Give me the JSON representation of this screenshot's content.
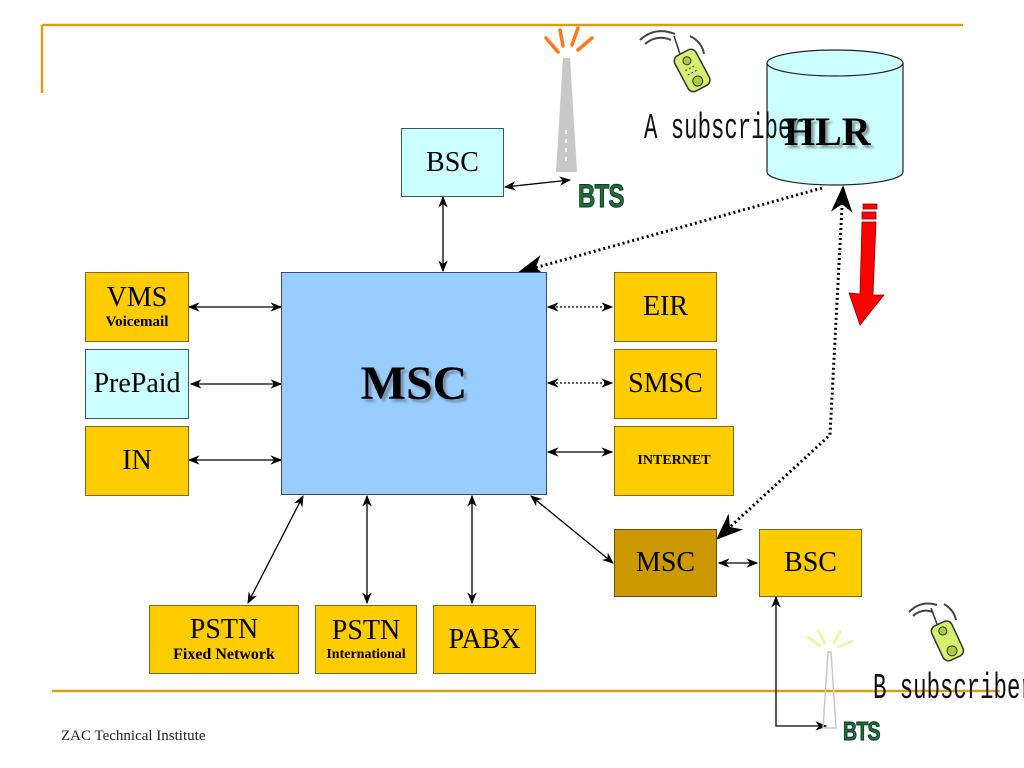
{
  "slide": {
    "footer": "ZAC Technical Institute",
    "accent_color": "#d4a017"
  },
  "nodes": {
    "msc_main": "MSC",
    "bsc_top": "BSC",
    "bts_top": "BTS",
    "hlr": "HLR",
    "a_subscriber": "A subscriber",
    "vms": {
      "title": "VMS",
      "subtitle": "Voicemail"
    },
    "prepaid": "PrePaid",
    "in": "IN",
    "eir": "EIR",
    "smsc": "SMSC",
    "internet": "INTERNET",
    "pstn_fixed": {
      "title": "PSTN",
      "subtitle": "Fixed Network"
    },
    "pstn_intl": {
      "title": "PSTN",
      "subtitle": "International"
    },
    "pabx": "PABX",
    "msc_remote": "MSC",
    "bsc_remote": "BSC",
    "bts_bottom": "BTS",
    "b_subscriber": "B subscriber"
  },
  "colors": {
    "gold": "#ffcc00",
    "cyan": "#ccffff",
    "blue": "#99ccff",
    "dark_gold": "#cc9900",
    "red_arrow": "#ff0000",
    "bts_green": "#1f6b3e"
  }
}
